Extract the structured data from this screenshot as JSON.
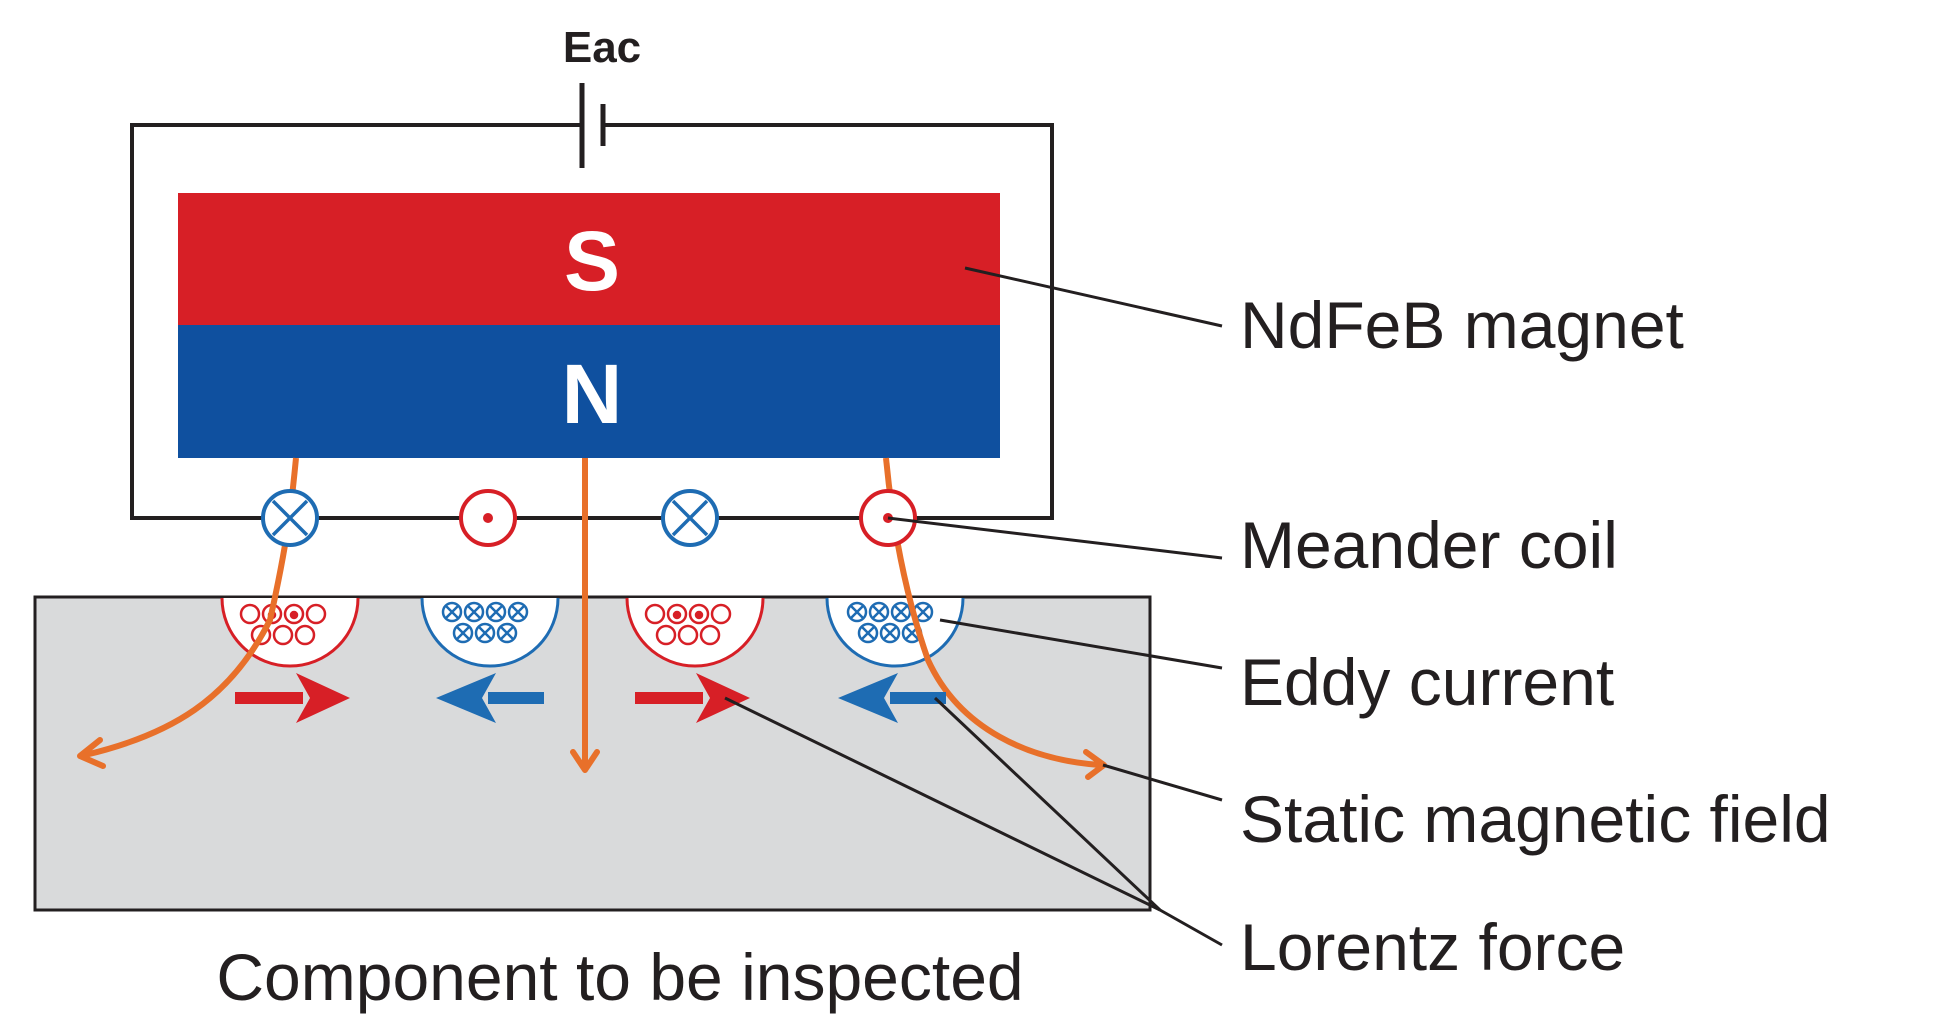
{
  "source": {
    "label": "Eac"
  },
  "magnet": {
    "south_label": "S",
    "north_label": "N"
  },
  "labels": {
    "magnet": "NdFeB magnet",
    "coil": "Meander coil",
    "eddy": "Eddy current",
    "field": "Static magnetic field",
    "force": "Lorentz force",
    "component": "Component to be inspected"
  },
  "coil_sequence": [
    "cross",
    "dot",
    "cross",
    "dot"
  ],
  "eddy_sequence": [
    "dot",
    "cross",
    "dot",
    "cross"
  ],
  "force_sequence": [
    "right",
    "left",
    "right",
    "left"
  ],
  "colors": {
    "south": "#d71f26",
    "north": "#0f509f",
    "field": "#e8702a",
    "current_out": "#d71f26",
    "current_in": "#1e6cb3",
    "component": "#d9dadb",
    "line": "#231f20"
  }
}
